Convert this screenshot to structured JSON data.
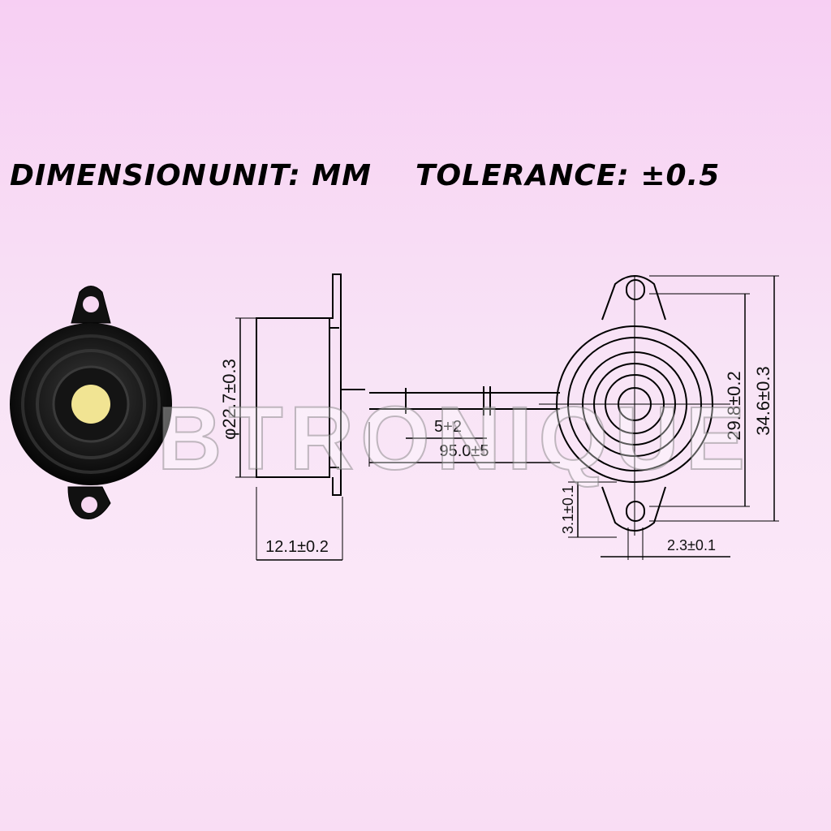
{
  "header": {
    "dimension": "DIMENSION",
    "unit": "UNIT: MM",
    "tolerance": "TOLERANCE: ±0.5"
  },
  "dimensions": {
    "diameter_body": "φ22.7±0.3",
    "depth": "12.1±0.2",
    "strip": "5+2",
    "lead_length": "95.0±5",
    "inner_height": "29.8±0.2",
    "outer_height": "34.6±0.3",
    "hole_offset": "3.1±0.1",
    "hole_width": "2.3±0.1"
  },
  "watermark": "BTRONIQUE",
  "colors": {
    "background": "#f8dcf5",
    "ink": "#000000",
    "cap": "#f1e493"
  }
}
